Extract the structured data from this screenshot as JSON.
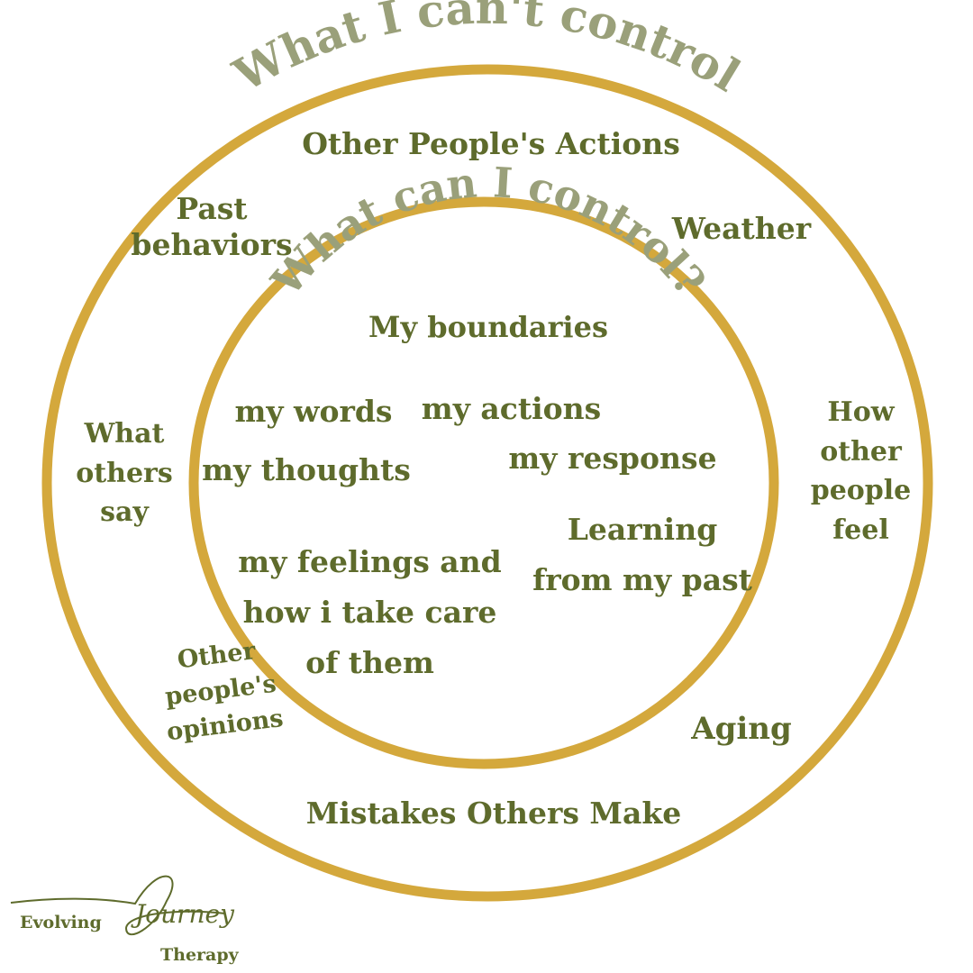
{
  "colors": {
    "ring": "#d4a83c",
    "text": "#5e6b2c",
    "arc_title": "#9aa07a",
    "background": "#ffffff"
  },
  "outer_title": "What I can't control",
  "inner_title": "What can I control?",
  "outer_items": {
    "other_actions": "Other People's Actions",
    "past_behaviors": "Past\nbehaviors",
    "weather": "Weather",
    "what_others_say": "What\nothers\nsay",
    "how_others_feel": "How\nother\npeople\nfeel",
    "others_opinions": "Other\npeople's\nopinions",
    "aging": "Aging",
    "mistakes": "Mistakes Others Make"
  },
  "inner_items": {
    "boundaries": "My boundaries",
    "words": "my words",
    "actions": "my actions",
    "thoughts": "my  thoughts",
    "response": "my response",
    "learning": "Learning\nfrom my past",
    "feelings": "my feelings and\nhow i take care\nof them"
  },
  "logo": {
    "word1": "Evolving",
    "word2": "Journey",
    "word3": "Therapy"
  }
}
